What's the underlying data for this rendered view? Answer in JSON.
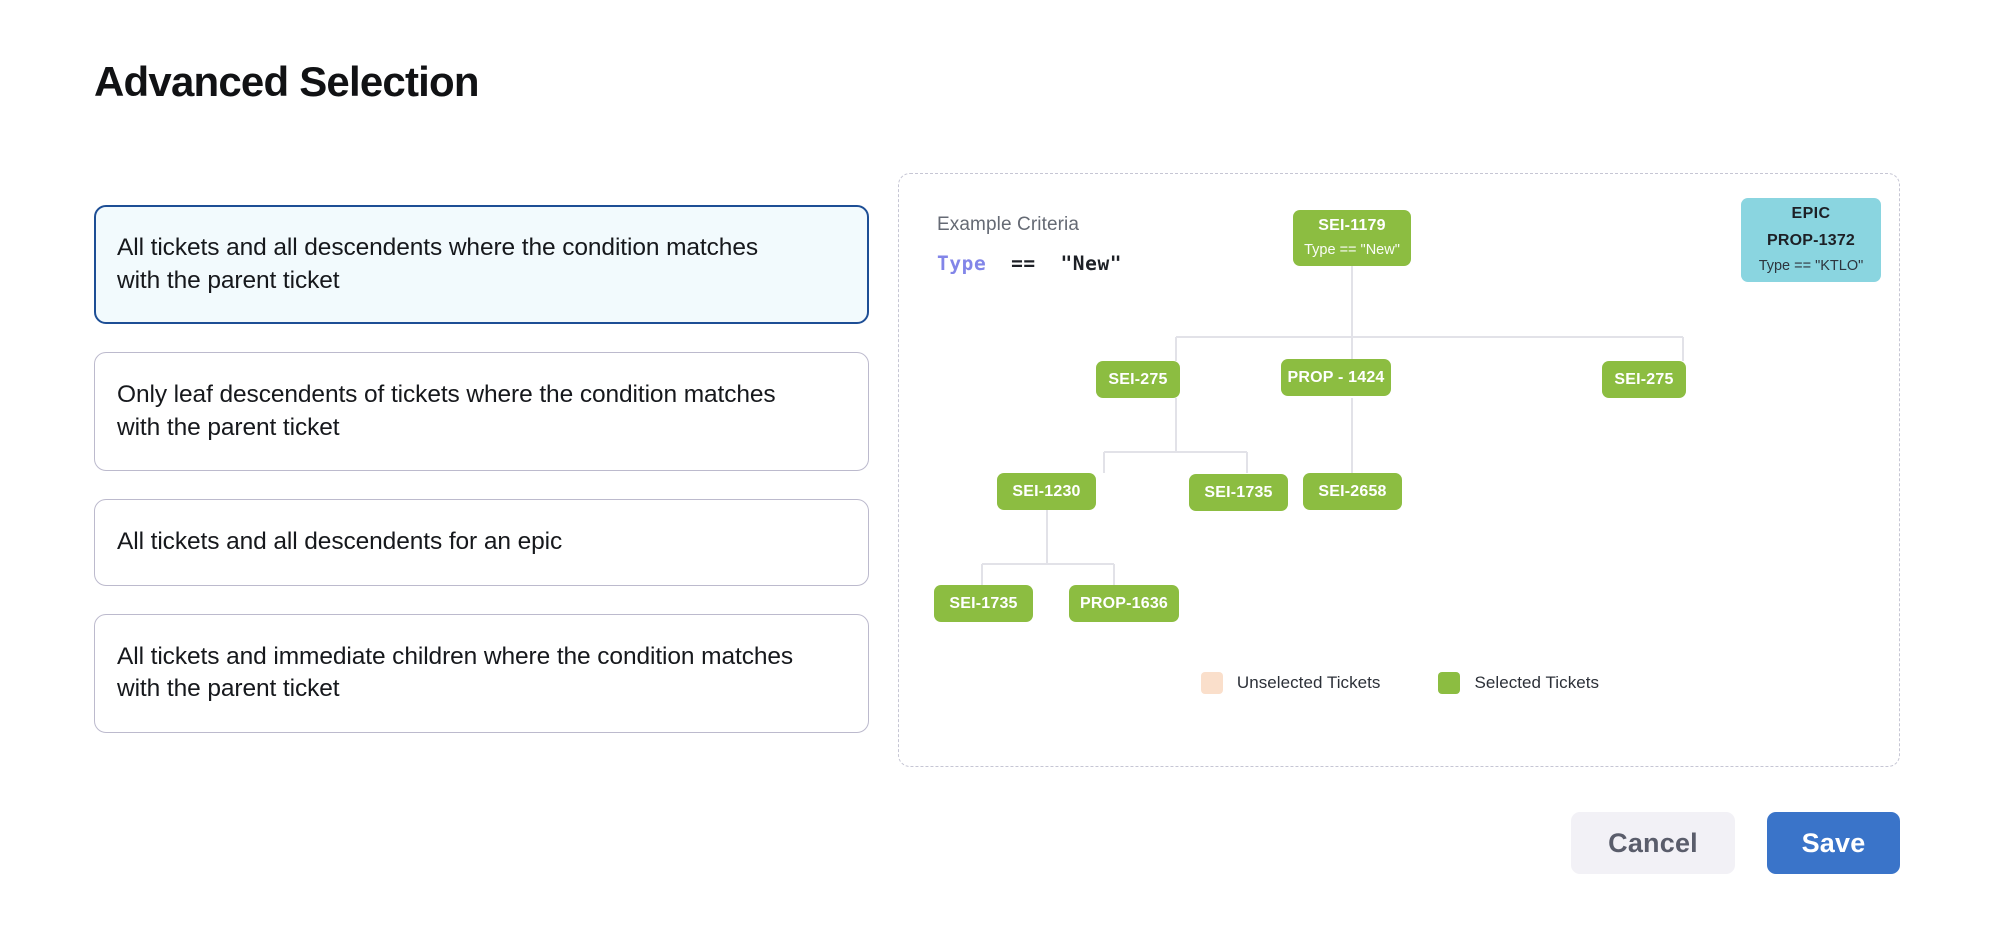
{
  "page": {
    "title": "Advanced Selection"
  },
  "options": [
    {
      "label": "All tickets and all descendents where the condition matches with the parent ticket",
      "selected": true
    },
    {
      "label": "Only leaf descendents of tickets where the condition matches with the parent ticket",
      "selected": false
    },
    {
      "label": "All tickets and all descendents for an epic",
      "selected": false
    },
    {
      "label": "All tickets and immediate children where the condition matches with the parent ticket",
      "selected": false
    }
  ],
  "diagram": {
    "criteria_title": "Example Criteria",
    "criteria_field": "Type",
    "criteria_operator": "==",
    "criteria_value": "\"New\"",
    "nodes": {
      "root": {
        "id": "SEI-1179",
        "sub": "Type == \"New\"",
        "state": "selected"
      },
      "epic": {
        "kind": "EPIC",
        "id": "PROP-1372",
        "sub": "Type == \"KTLO\"",
        "state": "epic"
      },
      "child_l": {
        "id": "SEI-275",
        "state": "selected"
      },
      "child_c": {
        "id": "PROP - 1424",
        "state": "selected"
      },
      "child_r": {
        "id": "SEI-275",
        "state": "selected"
      },
      "gc_1": {
        "id": "SEI-1230",
        "state": "selected"
      },
      "gc_2": {
        "id": "SEI-1735",
        "state": "selected"
      },
      "gc_3": {
        "id": "SEI-2658",
        "state": "selected"
      },
      "ggc_1": {
        "id": "SEI-1735",
        "state": "selected"
      },
      "ggc_2": {
        "id": "PROP-1636",
        "state": "selected"
      }
    },
    "legend": [
      {
        "label": "Unselected Tickets",
        "color": "#fadfcb"
      },
      {
        "label": "Selected Tickets",
        "color": "#8cbd41"
      }
    ]
  },
  "footer": {
    "cancel_label": "Cancel",
    "save_label": "Save"
  },
  "colors": {
    "selected_node": "#8cbd41",
    "unselected_node": "#fadfcb",
    "epic_node": "#8ad5e0",
    "primary_button": "#3a74c9",
    "selected_card_border": "#1d4e95",
    "selected_card_bg": "#f2fafd",
    "connector": "#e2e2e8"
  }
}
